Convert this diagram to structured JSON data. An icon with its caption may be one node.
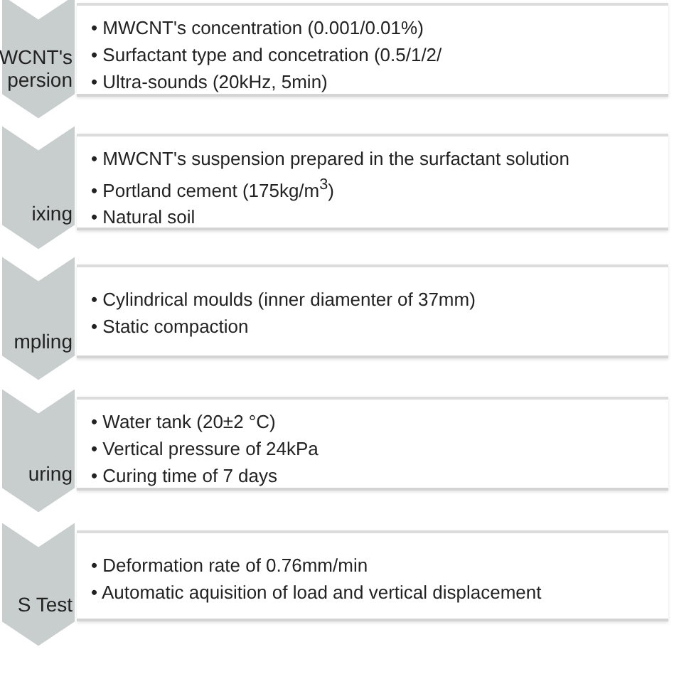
{
  "diagram": {
    "nodes": [
      {
        "text": [
          "WCNT's persion"
        ]
      },
      {
        "text": [
          "• MWCNT's concentration (0.001/0.01%)",
          "• Surfactant type and concetration (0.5/1/2/",
          "• Ultra-sounds (20kHz, 5min)"
        ]
      },
      {
        "text": [
          "ixing"
        ]
      },
      {
        "text": [
          "• MWCNT's suspension prepared in the surfactant solution",
          "• Portland cement (175kg/m$^{3}$)",
          "• Natural soil"
        ]
      },
      {
        "text": [
          "mpling"
        ]
      },
      {
        "text": [
          "• Cylindrical moulds (inner diamenter of 37mm)",
          "• Static compaction"
        ]
      },
      {
        "text": [
          "uring"
        ]
      },
      {
        "text": [
          "• Water tank (20±2 °C)",
          "• Vertical pressure of 24kPa",
          "• Curing time of 7 days"
        ]
      },
      {
        "text": [
          "S Test"
        ]
      },
      {
        "text": [
          "• Deformation rate of 0.76mm/min",
          "• Automatic aquisition of load and vertical displacement"
        ]
      }
    ]
  }
}
